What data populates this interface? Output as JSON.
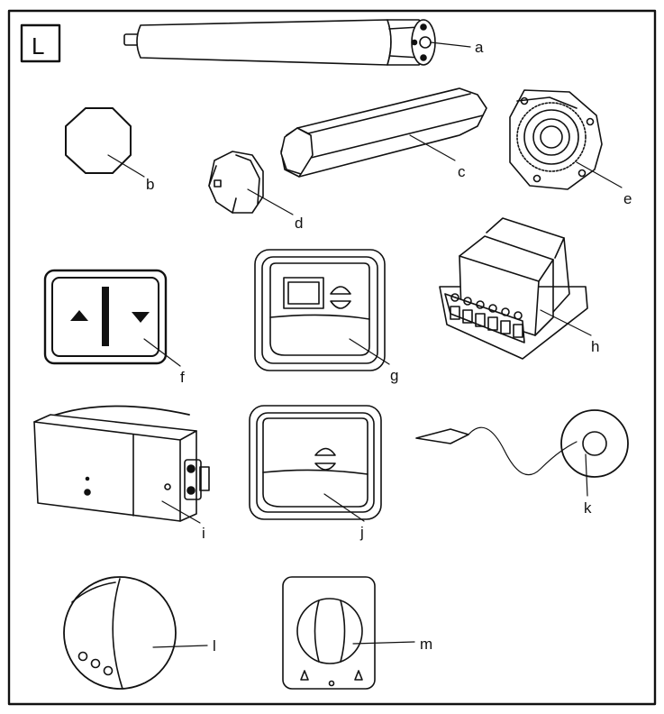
{
  "panel": {
    "badge": "L"
  },
  "callouts": {
    "a": "a",
    "b": "b",
    "c": "c",
    "d": "d",
    "e": "e",
    "f": "f",
    "g": "g",
    "h": "h",
    "i": "i",
    "j": "j",
    "k": "k",
    "l": "l",
    "m": "m"
  },
  "colors": {
    "line": "#111111",
    "background": "#ffffff"
  }
}
